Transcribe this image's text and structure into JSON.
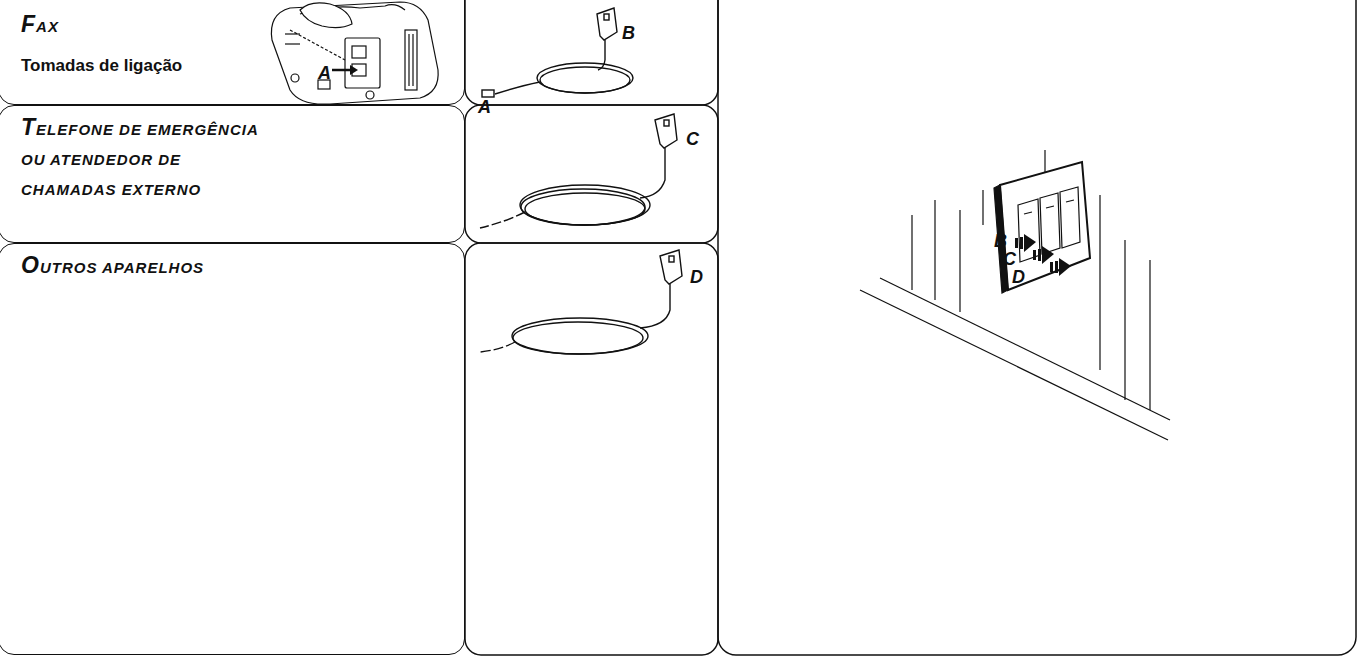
{
  "diagram": {
    "nodes": [
      {
        "text": [
          "FAX",
          "Tomadas de ligação"
        ]
      },
      {
        "text": [
          "TELEFONE DE EMERGÊNCIA OU ATENDEDOR DE CHAMADAS EXTERNO"
        ]
      },
      {
        "text": [
          "OUTROS APARELHOS"
        ]
      }
    ],
    "labels": [
      "A",
      "B",
      "A",
      "C",
      "D",
      "B",
      "C",
      "D"
    ]
  }
}
